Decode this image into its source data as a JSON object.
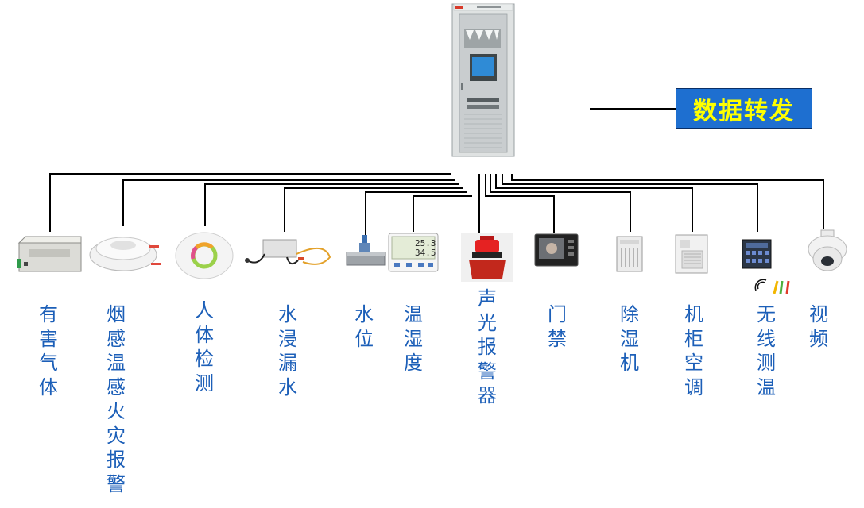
{
  "data_forward_label": "数据转发",
  "devices": [
    {
      "label": "有害气体",
      "icon": "gas-detector-box"
    },
    {
      "label": "烟感温感火灾报警",
      "icon": "smoke-detector"
    },
    {
      "label": "人体检测",
      "icon": "human-presence-sensor"
    },
    {
      "label": "水浸漏水",
      "icon": "water-leak-sensor"
    },
    {
      "label": "水位",
      "icon": "water-level-sensor"
    },
    {
      "label": "温湿度",
      "icon": "temperature-humidity-meter"
    },
    {
      "label": "声光报警器",
      "icon": "sound-light-alarm"
    },
    {
      "label": "门禁",
      "icon": "access-control-panel"
    },
    {
      "label": "除湿机",
      "icon": "dehumidifier"
    },
    {
      "label": "机柜空调",
      "icon": "cabinet-air-conditioner"
    },
    {
      "label": "无线测温",
      "icon": "wireless-temperature-sensor"
    },
    {
      "label": "视频",
      "icon": "dome-camera"
    }
  ],
  "thermo_display": {
    "temperature": "25.3",
    "humidity": "34.5"
  },
  "colors": {
    "accent_blue": "#1e6fd0",
    "label_blue": "#1c5fb8",
    "forward_text": "#ffff00"
  }
}
